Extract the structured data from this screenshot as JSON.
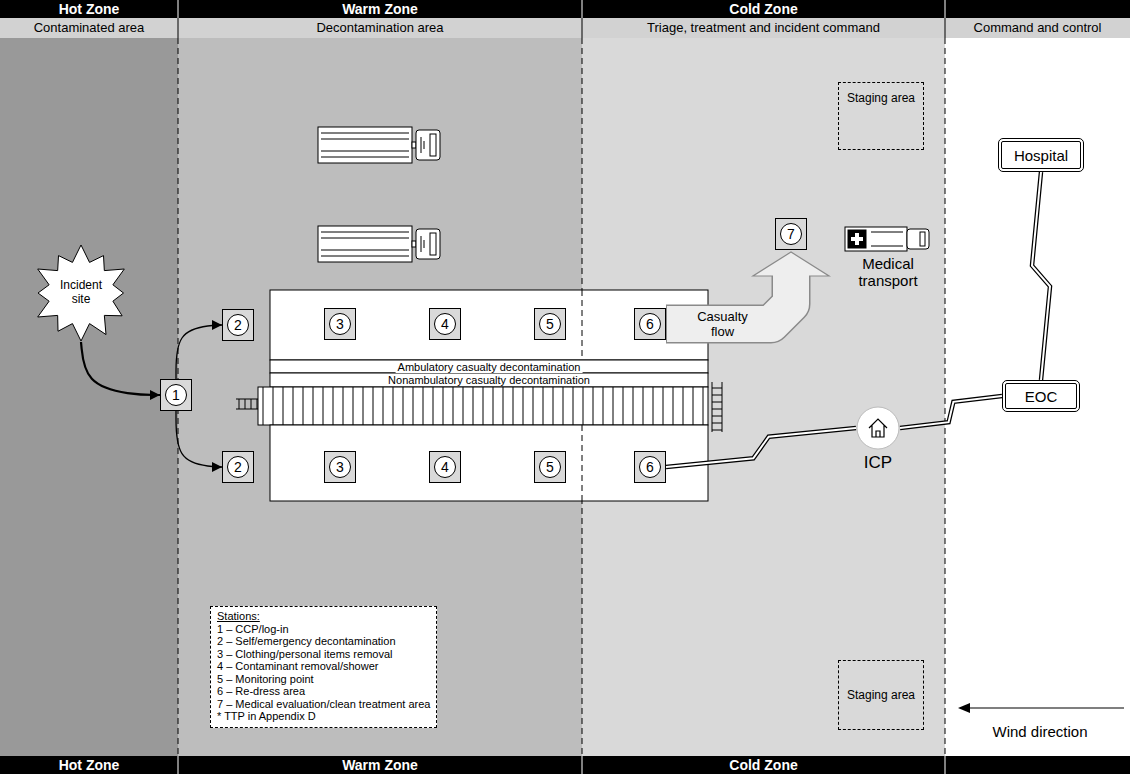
{
  "diagram": {
    "nodes": [
      {
        "text": [
          "Hot Zone",
          "Contaminated area",
          "Hot Zone"
        ]
      },
      {
        "text": [
          "Incident site"
        ],
        "in": 0
      },
      {
        "text": [
          "1"
        ]
      },
      {
        "text": [
          "Warm Zone",
          "Decontamination area",
          "Warm Zone"
        ]
      },
      {
        "text": [
          "2"
        ],
        "in": 3
      },
      {
        "text": [
          "3"
        ],
        "in": 3
      },
      {
        "text": [
          "4"
        ],
        "in": 3
      },
      {
        "text": [
          "5"
        ],
        "in": 3
      },
      {
        "text": [
          "2"
        ],
        "in": 3
      },
      {
        "text": [
          "3"
        ],
        "in": 3
      },
      {
        "text": [
          "4"
        ],
        "in": 3
      },
      {
        "text": [
          "5"
        ],
        "in": 3
      },
      {
        "text": [
          "Stations:",
          "1 – CCP/log-in",
          "2 – Self/emergency decontamination",
          "3 – Clothing/personal items removal",
          "4 – Contaminant removal/shower",
          "5 – Monitoring point",
          "6 – Re-dress area",
          "7 – Medical evaluation/clean treatment area",
          "* TTP in Appendix D"
        ],
        "in": 3
      },
      {
        "text": [
          "Cold Zone",
          "Triage, treatment and incident command",
          "Cold Zone"
        ]
      },
      {
        "text": [
          "6"
        ],
        "in": 13
      },
      {
        "text": [
          "6"
        ],
        "in": 13
      },
      {
        "text": [
          "7"
        ],
        "in": 13
      },
      {
        "text": [
          "Staging area"
        ],
        "in": 13
      },
      {
        "text": [
          "ICP"
        ],
        "in": 13
      },
      {
        "text": [
          "Staging area"
        ],
        "in": 13
      },
      {
        "text": [
          "Command and control"
        ]
      },
      {
        "text": [
          "Hospital"
        ],
        "in": 20
      },
      {
        "text": [
          "EOC"
        ],
        "in": 20
      }
    ],
    "edges": [
      {
        "from": 1,
        "to": 2,
        "arrow": "to"
      },
      {
        "from": 2,
        "to": 4,
        "arrow": "to"
      },
      {
        "from": 2,
        "to": 8,
        "arrow": "to"
      },
      {
        "from": 14,
        "to": 16,
        "label": "Casualty flow",
        "arrow": "to"
      },
      {
        "from": 15,
        "to": 18,
        "arrow": "none"
      },
      {
        "from": 18,
        "to": 22,
        "arrow": "none"
      },
      {
        "from": 22,
        "to": 21,
        "arrow": "none"
      }
    ],
    "labels": [
      "Ambulatory casualty decontamination",
      "Nonambulatory casualty decontamination",
      "Medical transport",
      "Wind direction"
    ]
  }
}
